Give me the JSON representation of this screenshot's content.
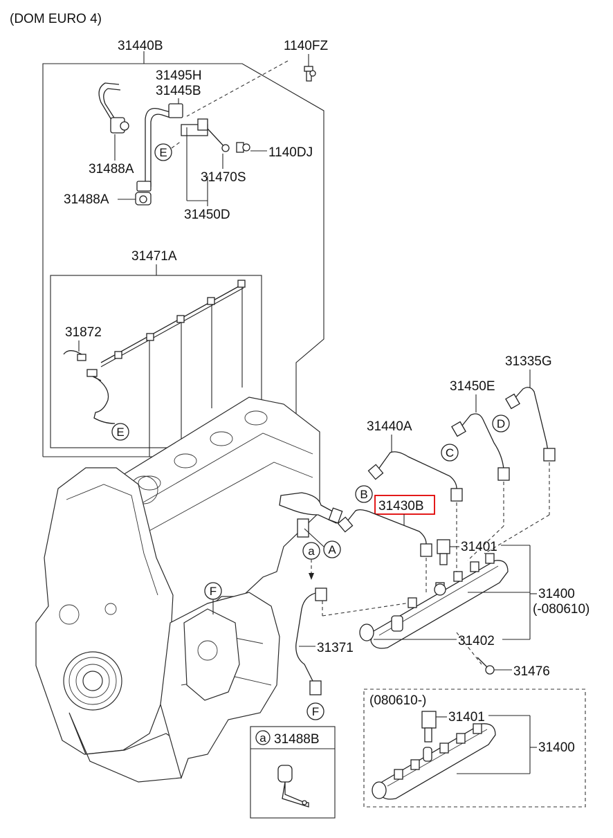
{
  "header": {
    "variant": "(DOM EURO 4)"
  },
  "part_labels": {
    "p31440B": "31440B",
    "p1140FZ": "1140FZ",
    "p31495H": "31495H",
    "p31445B": "31445B",
    "p1140DJ": "1140DJ",
    "p31488A_1": "31488A",
    "p31488A_2": "31488A",
    "p31470S": "31470S",
    "p31450D": "31450D",
    "p31471A": "31471A",
    "p31872": "31872",
    "p31335G": "31335G",
    "p31450E": "31450E",
    "p31440A": "31440A",
    "p31430B": "31430B",
    "p31401_1": "31401",
    "p31400_1": "31400",
    "p31400_date": "(-080610)",
    "p31402": "31402",
    "p31371": "31371",
    "p31476": "31476",
    "p080610": "(080610-)",
    "p31401_2": "31401",
    "p31400_2": "31400",
    "p31488B": "31488B"
  },
  "callouts": {
    "A": "A",
    "B": "B",
    "C": "C",
    "D": "D",
    "E1": "E",
    "E2": "E",
    "F1": "F",
    "F2": "F",
    "a1": "a",
    "a2": "a"
  },
  "highlight_color": "#e00000"
}
